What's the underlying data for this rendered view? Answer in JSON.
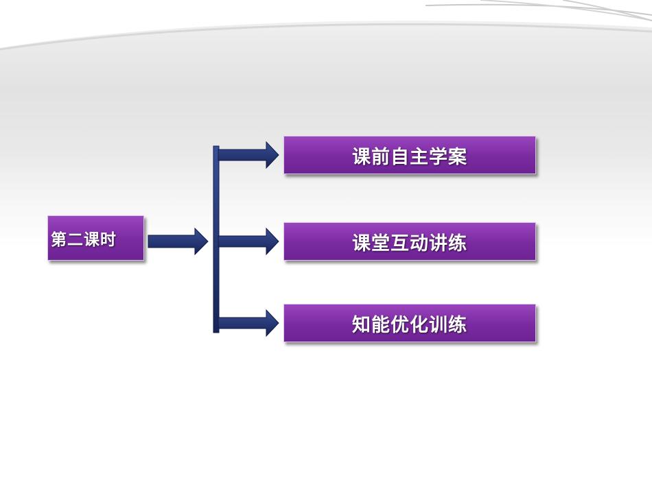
{
  "slide": {
    "root_label": "第二课时",
    "branches": [
      {
        "label": "课前自主学案"
      },
      {
        "label": "课堂互动讲练"
      },
      {
        "label": "知能优化训练"
      }
    ]
  },
  "colors": {
    "box_fill": "#7a2aa0",
    "connector": "#1f2f6b",
    "text": "#ffffff"
  }
}
